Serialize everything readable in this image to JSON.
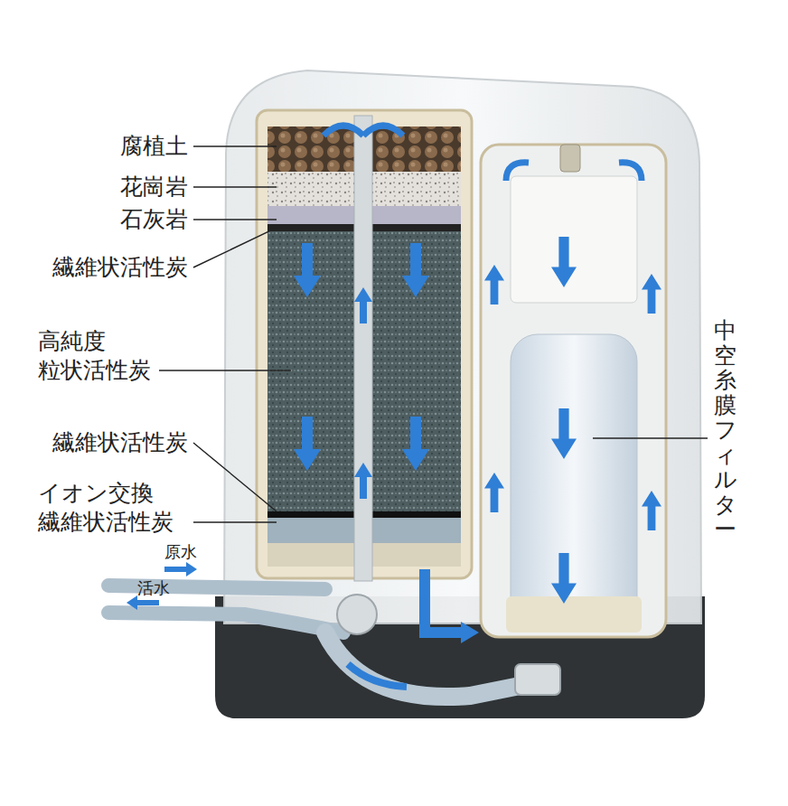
{
  "diagram": {
    "labels": [
      "腐植土",
      "花崗岩",
      "石灰岩",
      "繊維状活性炭",
      "高純度 粒状活性炭",
      "繊維状活性炭",
      "イオン交換 繊維状活性炭",
      "中空糸膜フィルター",
      "原水",
      "活水"
    ]
  }
}
